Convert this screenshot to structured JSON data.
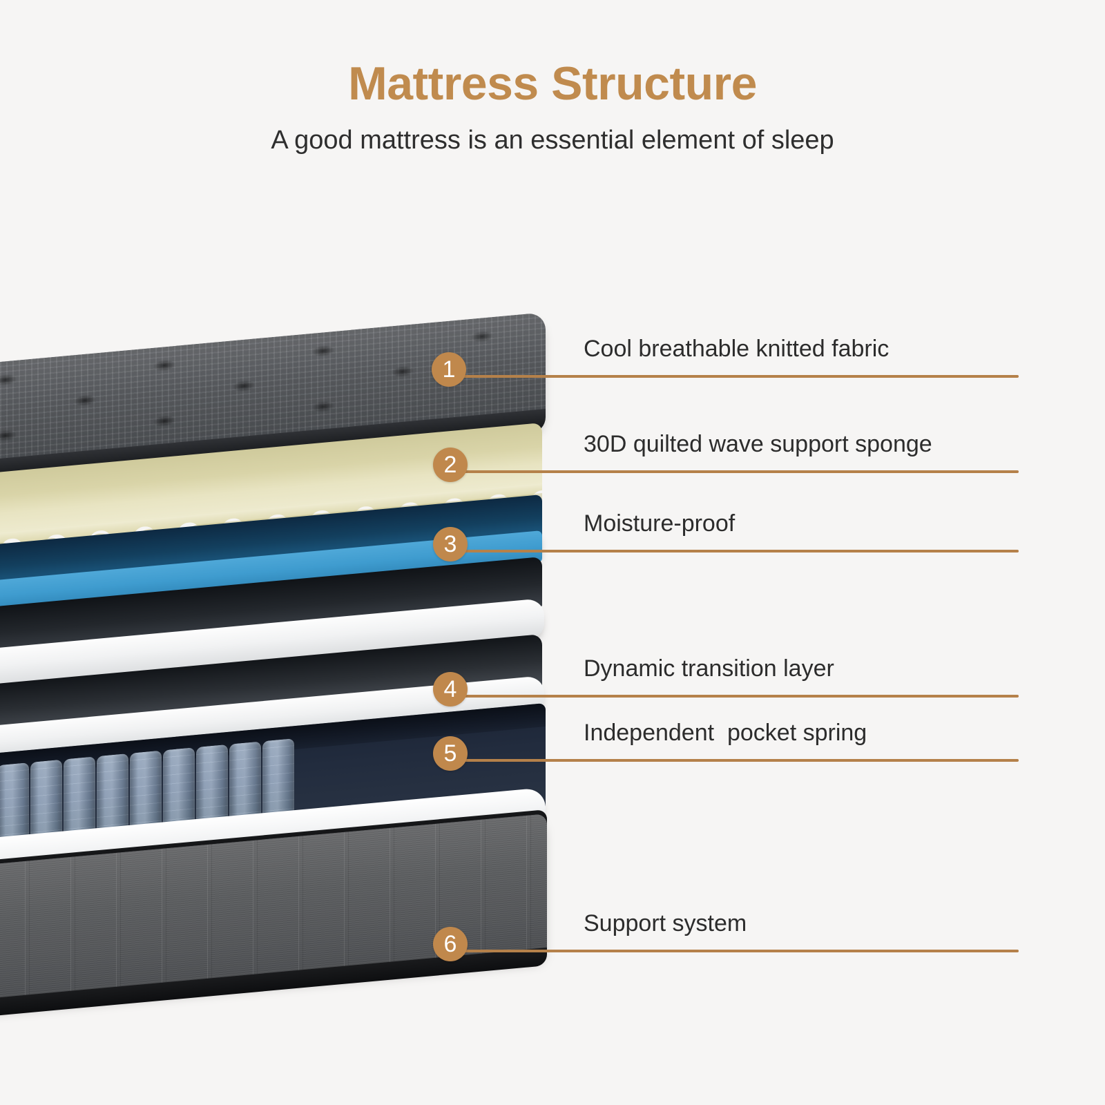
{
  "header": {
    "title": "Mattress Structure",
    "subtitle": "A good mattress is an essential element of sleep"
  },
  "colors": {
    "background": "#f6f5f4",
    "title": "#c08b4e",
    "badge": "#c0884c",
    "line": "#b5814a",
    "label_text": "#2c2c2c"
  },
  "callouts": [
    {
      "number": "1",
      "label": "Cool breathable knitted fabric"
    },
    {
      "number": "2",
      "label": "30D quilted wave support sponge"
    },
    {
      "number": "3",
      "label": "Moisture-proof"
    },
    {
      "number": "4",
      "label": "Dynamic transition layer"
    },
    {
      "number": "5",
      "label": "Independent  pocket spring"
    },
    {
      "number": "6",
      "label": "Support system"
    }
  ],
  "layers": [
    {
      "name": "knitted-fabric-top",
      "color": "#5d6064"
    },
    {
      "name": "wave-support-sponge",
      "color": "#e8e4c2"
    },
    {
      "name": "moisture-proof-film",
      "color": "#3f9ccf"
    },
    {
      "name": "white-foam-slab",
      "color": "#f1f2f3"
    },
    {
      "name": "dynamic-transition-layer",
      "color": "#f0f1f2"
    },
    {
      "name": "pocket-springs",
      "color": "#8196b2"
    },
    {
      "name": "support-system-base",
      "color": "#5d5f61"
    }
  ]
}
